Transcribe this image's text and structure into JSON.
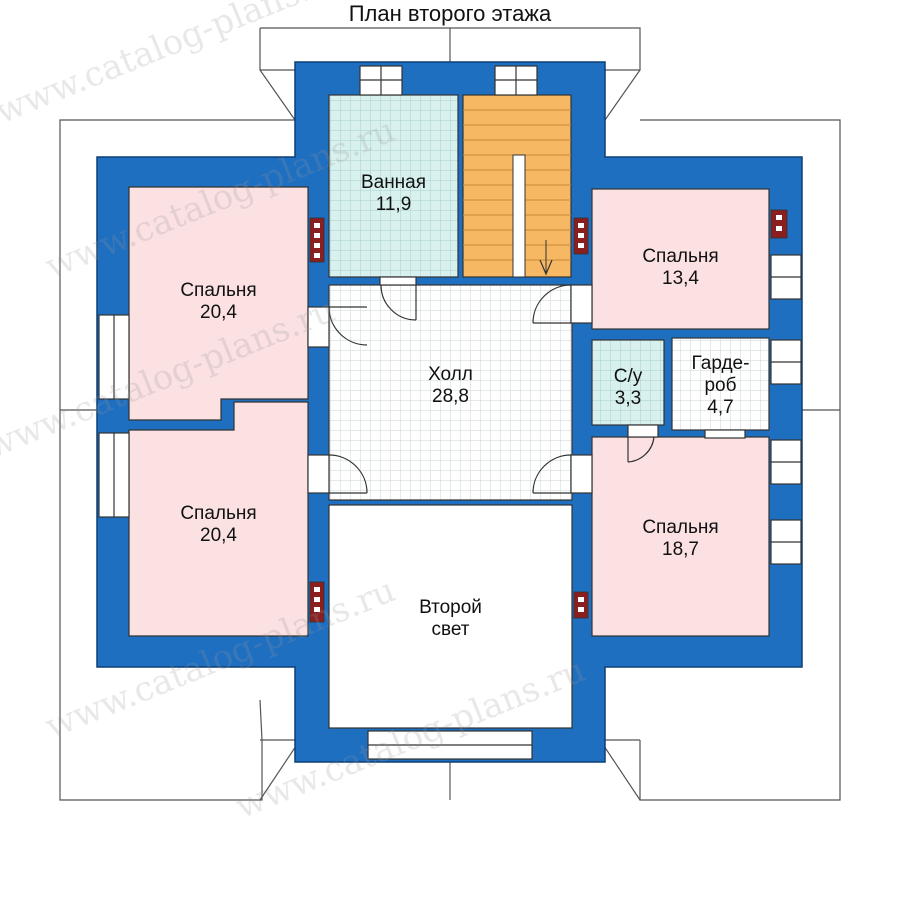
{
  "title": "План второго этажа",
  "watermark": "www.catalog-plans.ru",
  "colors": {
    "outer_wall": "#1e6fc0",
    "bedroom": "#f9dedf",
    "bath_tile": "#d5eef0",
    "stair": "#f7b860",
    "hall_floor": "#ffffff",
    "chimney": "#8b1e1e"
  },
  "rooms": [
    {
      "id": "bath",
      "name": "Ванная",
      "area": "11,9"
    },
    {
      "id": "bedroom-ne",
      "name": "Спальня",
      "area": "13,4"
    },
    {
      "id": "bedroom-nw",
      "name": "Спальня",
      "area": "20,4"
    },
    {
      "id": "hall",
      "name": "Холл",
      "area": "28,8"
    },
    {
      "id": "wc",
      "name": "С/у",
      "area": "3,3"
    },
    {
      "id": "wardrobe",
      "name": "Гарде-",
      "name2": "роб",
      "area": "4,7"
    },
    {
      "id": "bedroom-sw",
      "name": "Спальня",
      "area": "20,4"
    },
    {
      "id": "bedroom-se",
      "name": "Спальня",
      "area": "18,7"
    },
    {
      "id": "second-light",
      "name": "Второй",
      "name2": "свет"
    }
  ]
}
